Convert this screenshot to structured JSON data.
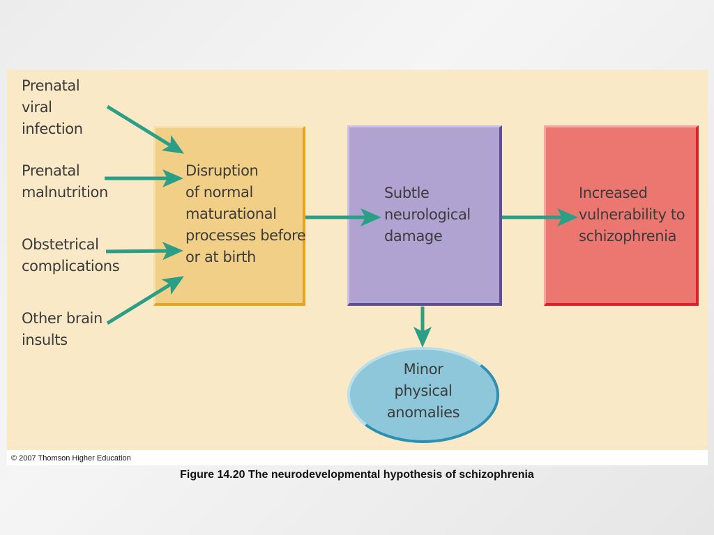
{
  "inputs": [
    {
      "text": "Prenatal\nviral\ninfection"
    },
    {
      "text": "Prenatal\nmalnutrition"
    },
    {
      "text": "Obstetrical\ncomplications"
    },
    {
      "text": "Other brain\ninsults"
    }
  ],
  "boxes": {
    "disruption": "Disruption\nof normal\nmaturational\nprocesses before\nor at birth",
    "damage": "Subtle\nneurological\ndamage",
    "vulnerability": "Increased\nvulnerability to\nschizophrenia",
    "anomalies": "Minor\nphysical\nanomalies"
  },
  "copyright": "© 2007 Thomson Higher Education",
  "caption": "Figure 14.20  The neurodevelopmental hypothesis of schizophrenia",
  "colors": {
    "panel_background": "#f9e9c7",
    "disruption_box": "#f2cf86",
    "damage_box": "#b1a3d1",
    "vulnerability_box": "#ec7770",
    "anomalies_ellipse": "#8dc7d9",
    "arrow": "#2a9f86"
  }
}
